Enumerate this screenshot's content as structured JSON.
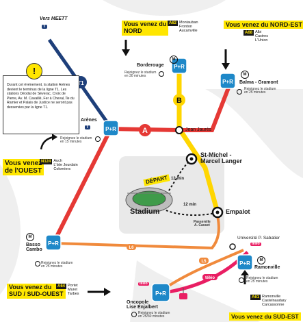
{
  "colors": {
    "line_a": "#e53935",
    "line_b": "#ffd600",
    "line_t1": "#1e3f7a",
    "line_l6": "#f08a3c",
    "line_l5": "#f08a3c",
    "teleo": "#e91e63",
    "parking": "#1e88c8",
    "highlight": "#ffe600"
  },
  "stations": {
    "meett": "Vers MEETT",
    "arenes": "Arènes",
    "jean_jaures": "Jean Jaurès",
    "saint_michel": "St-Michel -\nMarcel Langer",
    "empalot": "Empalot",
    "universite": "Université P. Sabatier",
    "borderouge": "Borderouge",
    "balma": "Balma - Gramont",
    "basso_cambo": "Basso\nCambo",
    "oncopole": "Oncopole\nLise Enjalbert",
    "ramonville": "Ramonville"
  },
  "lines": {
    "a": "A",
    "b": "B",
    "t1": "T1",
    "l6": "L6",
    "l5": "L5",
    "teleo": "téléo"
  },
  "stop_notes": {
    "borderouge": "Rejoignez le stadium\nen 30 minutes",
    "balma": "Rejoignez le stadium\nen 25 minutes",
    "arenes": "Rejoignez le stadium\nen 15 minutes",
    "basso_cambo": "Rejoignez le stadium\nen 25 minutes",
    "ramonville": "Rejoignez le stadium\nen 25 minutes",
    "oncopole": "Rejoignez le stadium\nen 25/30 minutes"
  },
  "directions": {
    "nord": {
      "label": "Vous venez du\nNORD",
      "road": "A62",
      "towns": [
        "Montauban",
        "Fronton",
        "Aucamville"
      ]
    },
    "nord_est": {
      "label": "Vous venez du NORD-EST",
      "road": "A68",
      "towns": [
        "Albi",
        "Castres",
        "L'Union"
      ]
    },
    "ouest": {
      "label": "Vous venez\nde l'OUEST",
      "road": "N124",
      "towns": [
        "Auch",
        "L'Isle Jourdain",
        "Colomiers"
      ]
    },
    "sud_ouest": {
      "label": "Vous venez du\nSUD / SUD-OUEST",
      "road": "A64",
      "towns": [
        "Portet",
        "Muret",
        "Tarbes"
      ]
    },
    "sud_est": {
      "label": "Vous venez du SUD-EST",
      "road": "A61",
      "towns": [
        "Ramonville",
        "Castelnaudary",
        "Carcassonne"
      ]
    }
  },
  "stadium": {
    "label": "Stadium",
    "depart": "DÉPART",
    "walk_time_1": "12 min",
    "walk_time_2": "12 min",
    "passerelle": "Passerelle\nA. Casset"
  },
  "info_box": {
    "title_icon": "!",
    "text": "Durant cet événement, la station Arènes devient le terminus de la ligne T1. Les stations Déodat de Séverac, Croix de Pierre, Av. M. Cavaillé, Fer à Cheval, Île du Ramier et Palais de Justice ne seront pas desservies par la ligne T1."
  },
  "badges": {
    "metro": "M",
    "parking": "P+R",
    "tram": "T",
    "teleo_small": "téléo"
  }
}
